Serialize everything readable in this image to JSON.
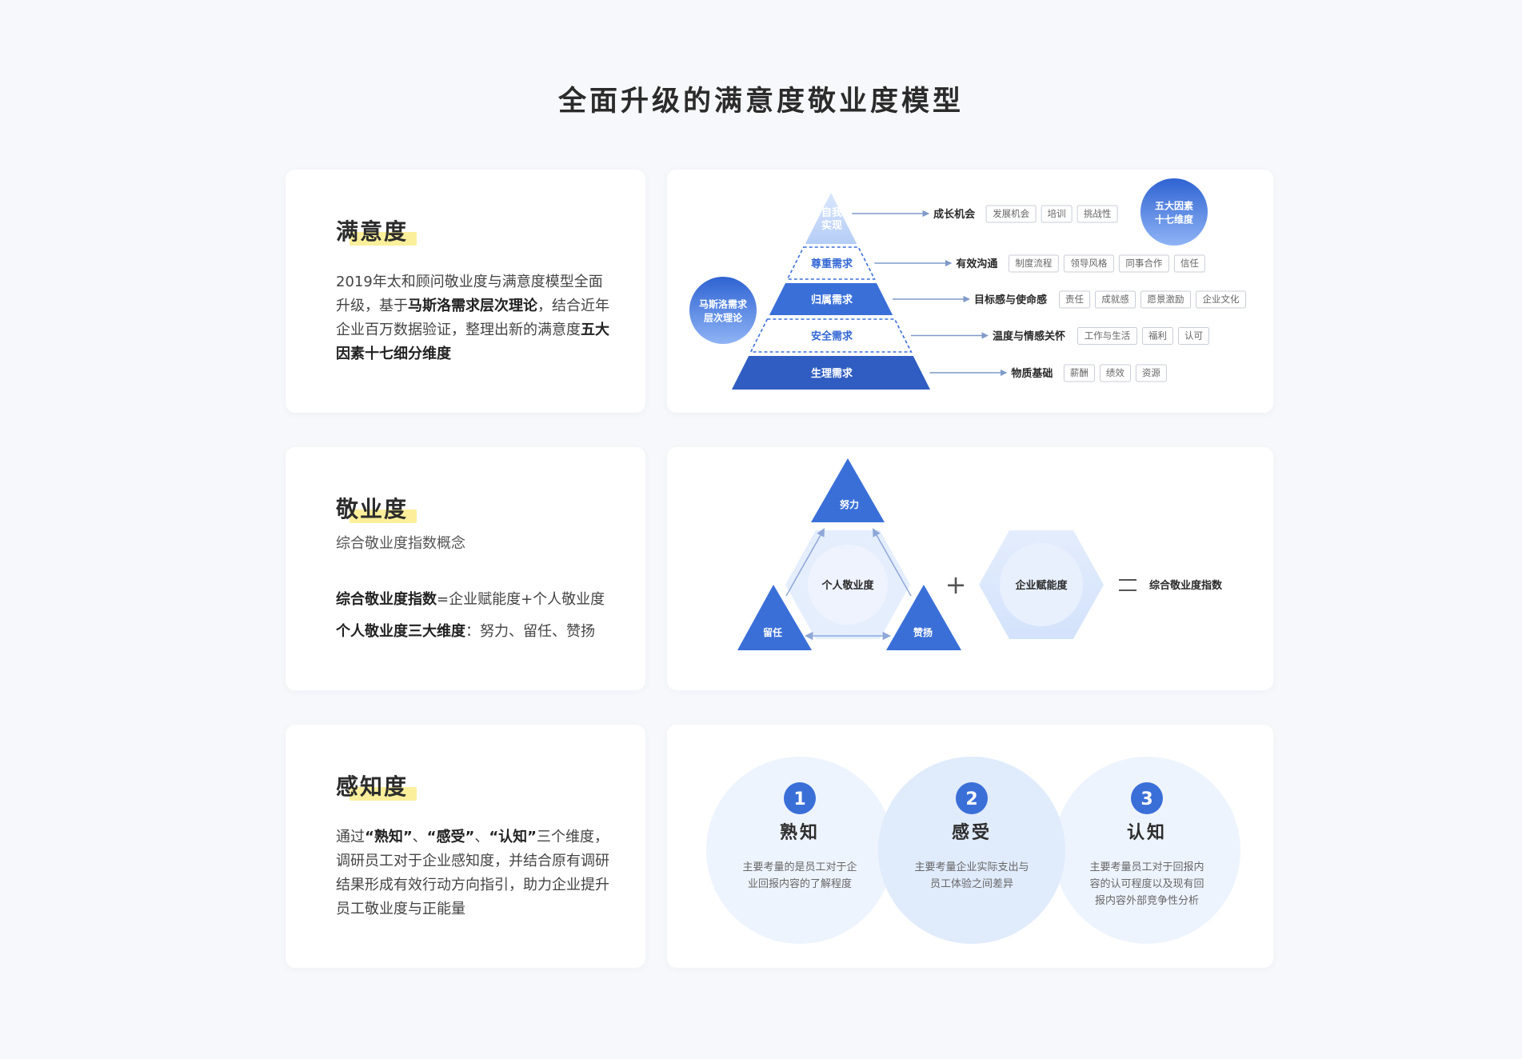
{
  "page_title": "全面升级的满意度敬业度模型",
  "colors": {
    "primary": "#3a6fd8",
    "dark_blue": "#2f5dc1",
    "light_blue": "#dbe7fd",
    "highlight": "#fbef9b"
  },
  "satisfaction": {
    "heading": "满意度",
    "desc_parts": [
      {
        "text": "2019年太和顾问敬业度与满意度模型全面升级，基于",
        "bold": false
      },
      {
        "text": "马斯洛需求层次理论",
        "bold": true
      },
      {
        "text": "，结合近年企业百万数据验证，整理出新的满意度",
        "bold": false
      },
      {
        "text": "五大因素十七细分维度",
        "bold": true
      }
    ],
    "diagram": {
      "left_bubble": [
        "马斯洛需求",
        "层次理论"
      ],
      "right_bubble": [
        "五大因素",
        "十七维度"
      ],
      "levels": [
        {
          "name": [
            "自我",
            "实现"
          ],
          "category": "成长机会",
          "tags": [
            "发展机会",
            "培训",
            "挑战性"
          ]
        },
        {
          "name": [
            "尊重需求"
          ],
          "category": "有效沟通",
          "tags": [
            "制度流程",
            "领导风格",
            "同事合作",
            "信任"
          ]
        },
        {
          "name": [
            "归属需求"
          ],
          "category": "目标感与使命感",
          "tags": [
            "责任",
            "成就感",
            "愿景激励",
            "企业文化"
          ]
        },
        {
          "name": [
            "安全需求"
          ],
          "category": "温度与情感关怀",
          "tags": [
            "工作与生活",
            "福利",
            "认可"
          ]
        },
        {
          "name": [
            "生理需求"
          ],
          "category": "物质基础",
          "tags": [
            "薪酬",
            "绩效",
            "资源"
          ]
        }
      ]
    }
  },
  "engagement": {
    "heading": "敬业度",
    "sub": "综合敬业度指数概念",
    "line1": {
      "bold": "综合敬业度指数",
      "rest": "=企业赋能度+个人敬业度"
    },
    "line2": {
      "bold": "个人敬业度三大维度",
      "rest": "：努力、留任、赞扬"
    },
    "diagram": {
      "top": "努力",
      "left": "留任",
      "right": "赞扬",
      "center": "个人敬业度",
      "plus": "+",
      "enterprise": "企业赋能度",
      "equals": "=",
      "result": "综合敬业度指数"
    }
  },
  "perception": {
    "heading": "感知度",
    "desc": "通过“熟知”、“感受”、“认知”三个维度，调研员工对于企业感知度，并结合原有调研结果形成有效行动方向指引，助力企业提升员工敬业度与正能量",
    "desc_parts": [
      {
        "text": "通过",
        "bold": false
      },
      {
        "text": "“熟知”",
        "bold": true
      },
      {
        "text": "、",
        "bold": false
      },
      {
        "text": "“感受”",
        "bold": true
      },
      {
        "text": "、",
        "bold": false
      },
      {
        "text": "“认知”",
        "bold": true
      },
      {
        "text": "三个维度，调研员工对于企业感知度，并结合原有调研结果形成有效行动方向指引，助力企业提升员工敬业度与正能量",
        "bold": false
      }
    ],
    "circles": [
      {
        "num": "1",
        "title": "熟知",
        "desc": [
          "主要考量的是员工对于企",
          "业回报内容的了解程度"
        ]
      },
      {
        "num": "2",
        "title": "感受",
        "desc": [
          "主要考量企业实际支出与",
          "员工体验之间差异"
        ]
      },
      {
        "num": "3",
        "title": "认知",
        "desc": [
          "主要考量员工对于回报内",
          "容的认可程度以及现有回",
          "报内容外部竞争性分析"
        ]
      }
    ]
  }
}
